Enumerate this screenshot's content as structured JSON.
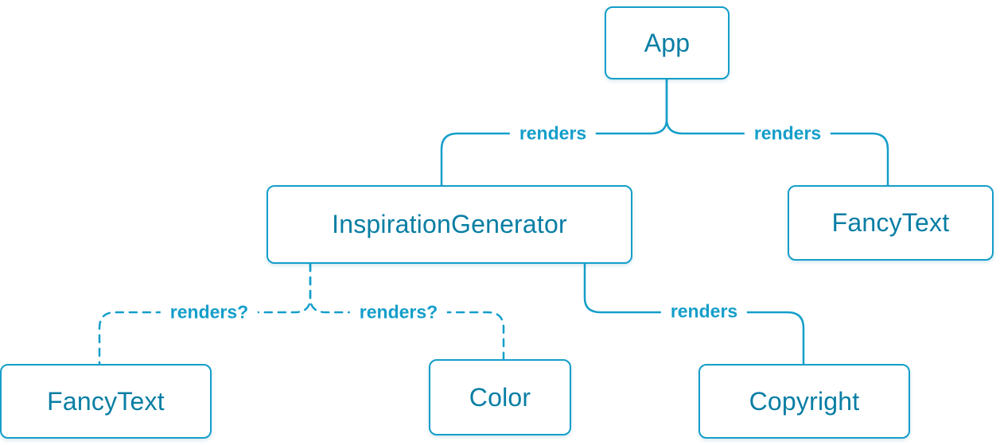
{
  "diagram": {
    "type": "component-render-tree",
    "colors": {
      "line": "#149eca",
      "node_border": "#149eca",
      "node_text": "#087ea4",
      "node_background": "#ffffff",
      "label_text": "#149eca"
    },
    "nodes": [
      {
        "id": "app",
        "label": "App"
      },
      {
        "id": "inspiration-generator",
        "label": "InspirationGenerator"
      },
      {
        "id": "fancy-text-top",
        "label": "FancyText"
      },
      {
        "id": "fancy-text-bottom",
        "label": "FancyText"
      },
      {
        "id": "color",
        "label": "Color"
      },
      {
        "id": "copyright",
        "label": "Copyright"
      }
    ],
    "edges": [
      {
        "from": "App",
        "to": "InspirationGenerator",
        "label": "renders",
        "style": "solid"
      },
      {
        "from": "App",
        "to": "FancyText",
        "label": "renders",
        "style": "solid"
      },
      {
        "from": "InspirationGenerator",
        "to": "FancyText",
        "label": "renders?",
        "style": "dashed"
      },
      {
        "from": "InspirationGenerator",
        "to": "Color",
        "label": "renders?",
        "style": "dashed"
      },
      {
        "from": "InspirationGenerator",
        "to": "Copyright",
        "label": "renders",
        "style": "solid"
      }
    ]
  }
}
